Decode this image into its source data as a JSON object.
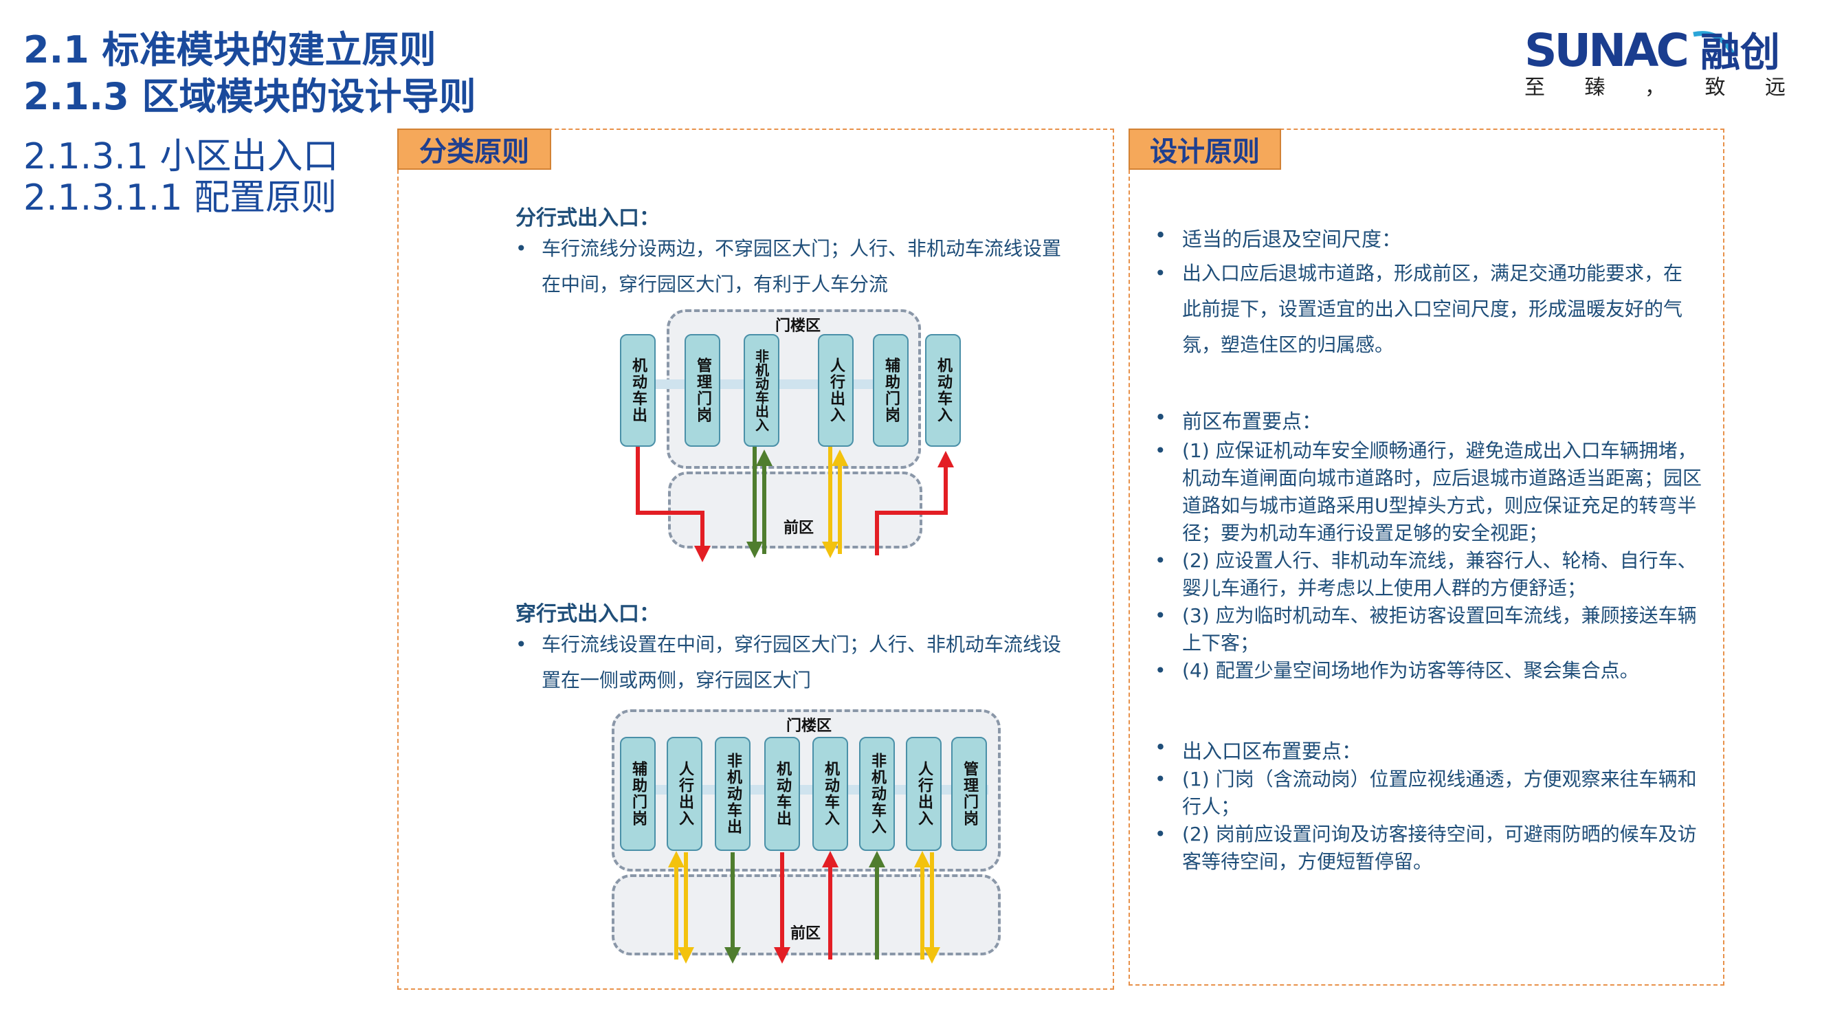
{
  "header": {
    "title1": "2.1 标准模块的建立原则",
    "title2": "2.1.3 区域模块的设计导则",
    "sub1": "2.1.3.1 小区出入口",
    "sub2": "2.1.3.1.1 配置原则"
  },
  "logo": {
    "brand": "SUNAC",
    "cn": "融创",
    "slogan": [
      "至",
      "臻",
      "，",
      "致",
      "远"
    ]
  },
  "left_panel": {
    "tag": "分类原则",
    "section1": {
      "heading": "分行式出入口：",
      "bullet": "车行流线分设两边，不穿园区大门；人行、非机动车流线设置在中间，穿行园区大门，有利于人车分流",
      "gate_label": "门楼区",
      "front_label": "前区",
      "pills": [
        "机动车出",
        "管理门岗",
        "非机动车出入",
        "人行出入",
        "辅助门岗",
        "机动车入"
      ]
    },
    "section2": {
      "heading": "穿行式出入口：",
      "bullet": "车行流线设置在中间，穿行园区大门；人行、非机动车流线设置在一侧或两侧，穿行园区大门",
      "gate_label": "门楼区",
      "front_label": "前区",
      "pills": [
        "辅助门岗",
        "人行出入",
        "非机动车出",
        "机动车出",
        "机动车入",
        "非机动车入",
        "人行出入",
        "管理门岗"
      ]
    }
  },
  "right_panel": {
    "tag": "设计原则",
    "groups": [
      {
        "heading": "适当的后退及空间尺度：",
        "items": [
          "出入口应后退城市道路，形成前区，满足交通功能要求，在此前提下，设置适宜的出入口空间尺度，形成温暖友好的气氛，塑造住区的归属感。"
        ]
      },
      {
        "heading": "前区布置要点：",
        "items": [
          "(1) 应保证机动车安全顺畅通行，避免造成出入口车辆拥堵，机动车道闸面向城市道路时，应后退城市道路适当距离；园区道路如与城市道路采用U型掉头方式，则应保证充足的转弯半径；要为机动车通行设置足够的安全视距；",
          "(2) 应设置人行、非机动车流线，兼容行人、轮椅、自行车、婴儿车通行，并考虑以上使用人群的方便舒适；",
          "(3) 应为临时机动车、被拒访客设置回车流线，兼顾接送车辆上下客；",
          "(4) 配置少量空间场地作为访客等待区、聚会集合点。"
        ]
      },
      {
        "heading": "出入口区布置要点：",
        "items": [
          "(1) 门岗（含流动岗）位置应视线通透，方便观察来往车辆和行人；",
          "(2) 岗前应设置问询及访客接待空间，可避雨防晒的候车及访客等待空间，方便短暂停留。"
        ]
      }
    ]
  },
  "colors": {
    "title": "#1a4a9c",
    "tag_fill": "#f5a85a",
    "panel_border": "#e8914a",
    "arrow_red": "#e31e24",
    "arrow_green": "#4f7d2e",
    "arrow_yellow": "#f3c20e",
    "pill_fill": "#a8d8dd",
    "zone_fill": "#eef0f3"
  }
}
